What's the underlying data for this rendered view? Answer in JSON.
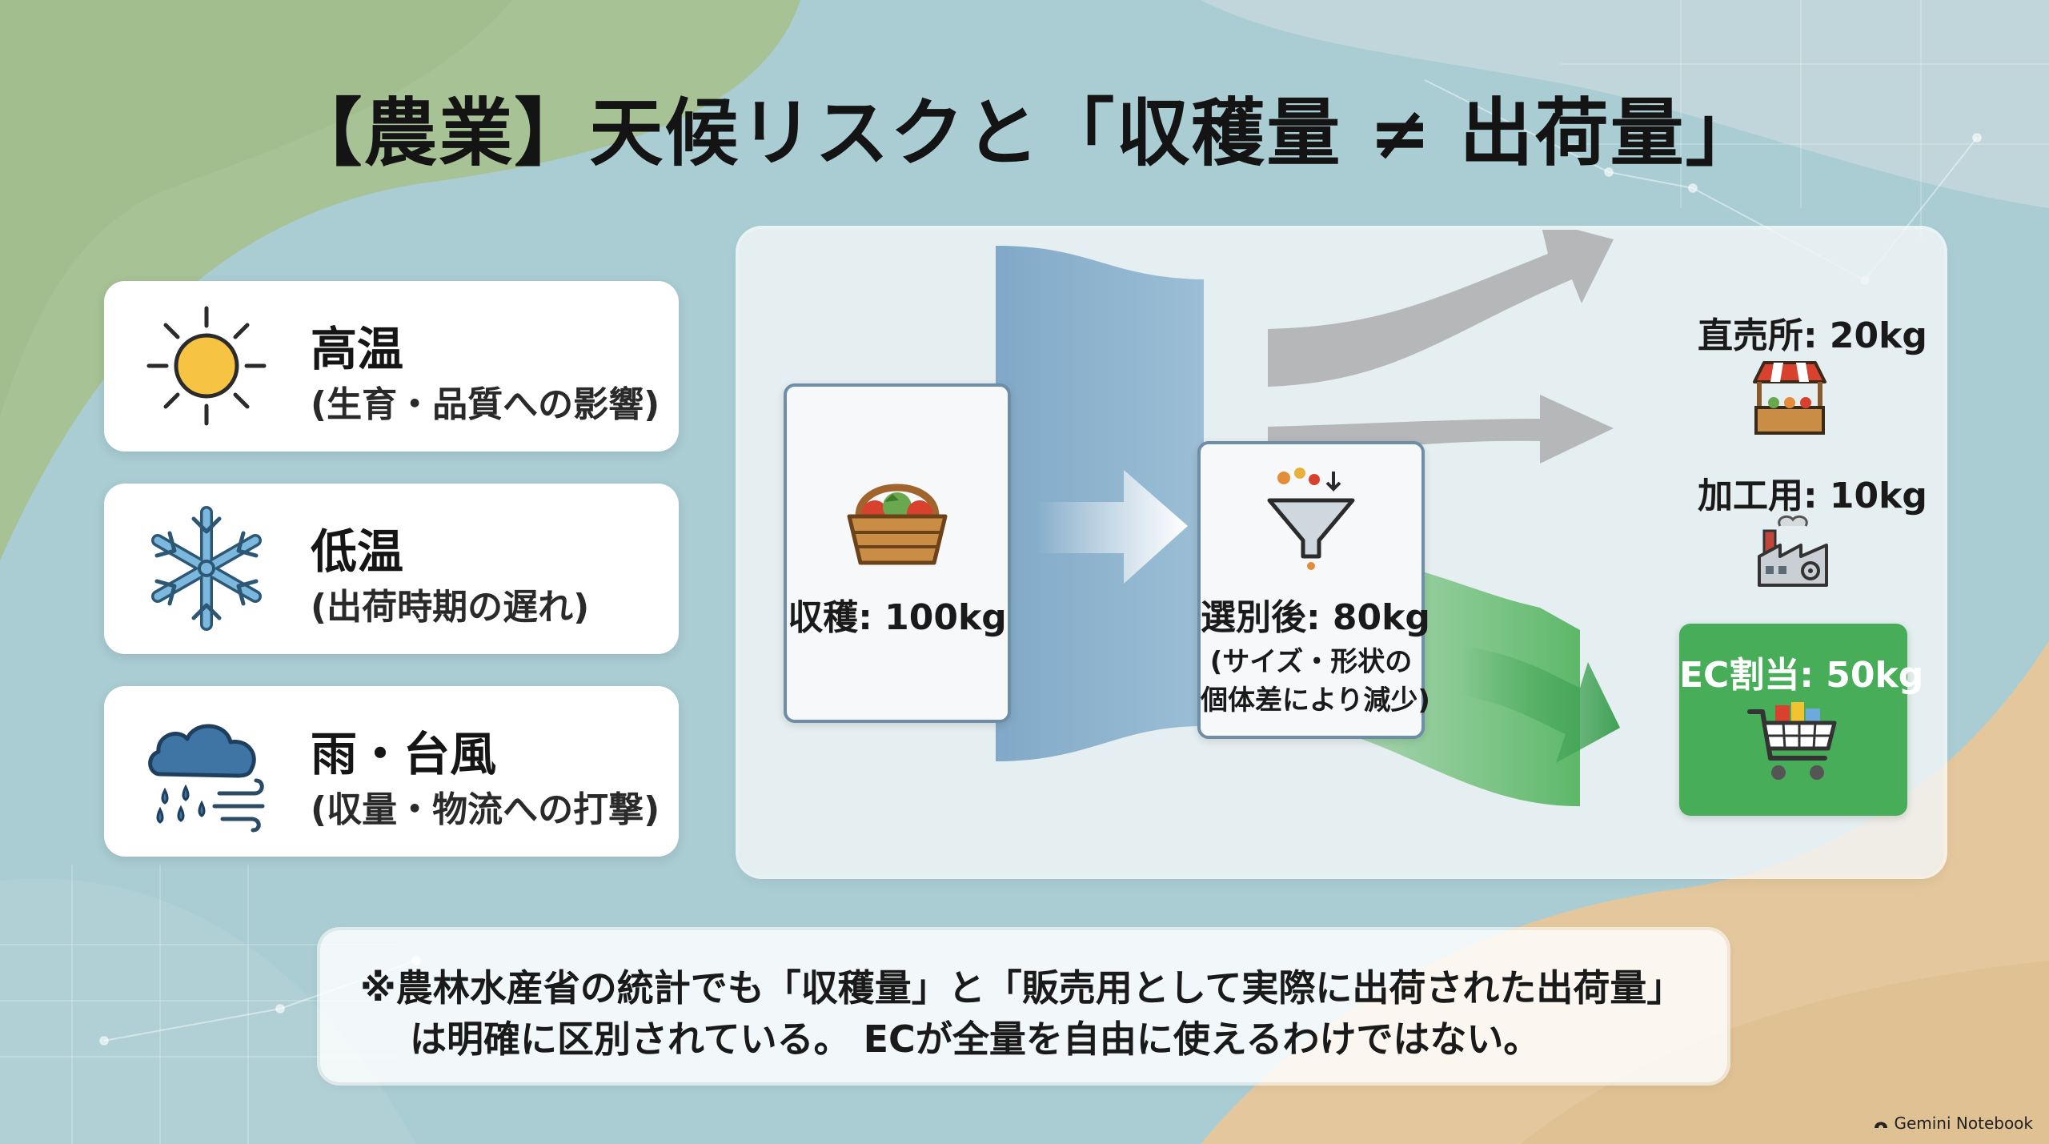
{
  "title": "【農業】天候リスクと「収穫量 ≠ 出荷量」",
  "risks": [
    {
      "name": "高温",
      "desc": "(生育・品質への影響)",
      "icon": "sun-icon"
    },
    {
      "name": "低温",
      "desc": "(出荷時期の遅れ)",
      "icon": "snowflake-icon"
    },
    {
      "name": "雨・台風",
      "desc": "(収量・物流への打撃)",
      "icon": "rain-wind-icon"
    }
  ],
  "flow": {
    "harvest": {
      "label": "収穫: 100kg",
      "icon": "basket-icon"
    },
    "sorted": {
      "label": "選別後: 80kg",
      "note_line1": "(サイズ・形状の",
      "note_line2": "個体差により減少)",
      "icon": "funnel-icon"
    },
    "outputs": [
      {
        "label": "直売所: 20kg",
        "icon": "market-stall-icon"
      },
      {
        "label": "加工用: 10kg",
        "icon": "factory-icon"
      },
      {
        "label": "EC割当: 50kg",
        "icon": "shopping-cart-icon"
      }
    ]
  },
  "note": {
    "line1": "※農林水産省の統計でも「収穫量」と「販売用として実際に出荷された出荷量」",
    "line2": "は明確に区別されている。 ECが全量を自由に使えるわけではない。"
  },
  "brand": "Gemini Notebook",
  "colors": {
    "flow_blue": "#6f9dc0",
    "flow_gray": "#b5b7b9",
    "ec_green": "#48ad59",
    "box_border": "#6d8ea6"
  }
}
